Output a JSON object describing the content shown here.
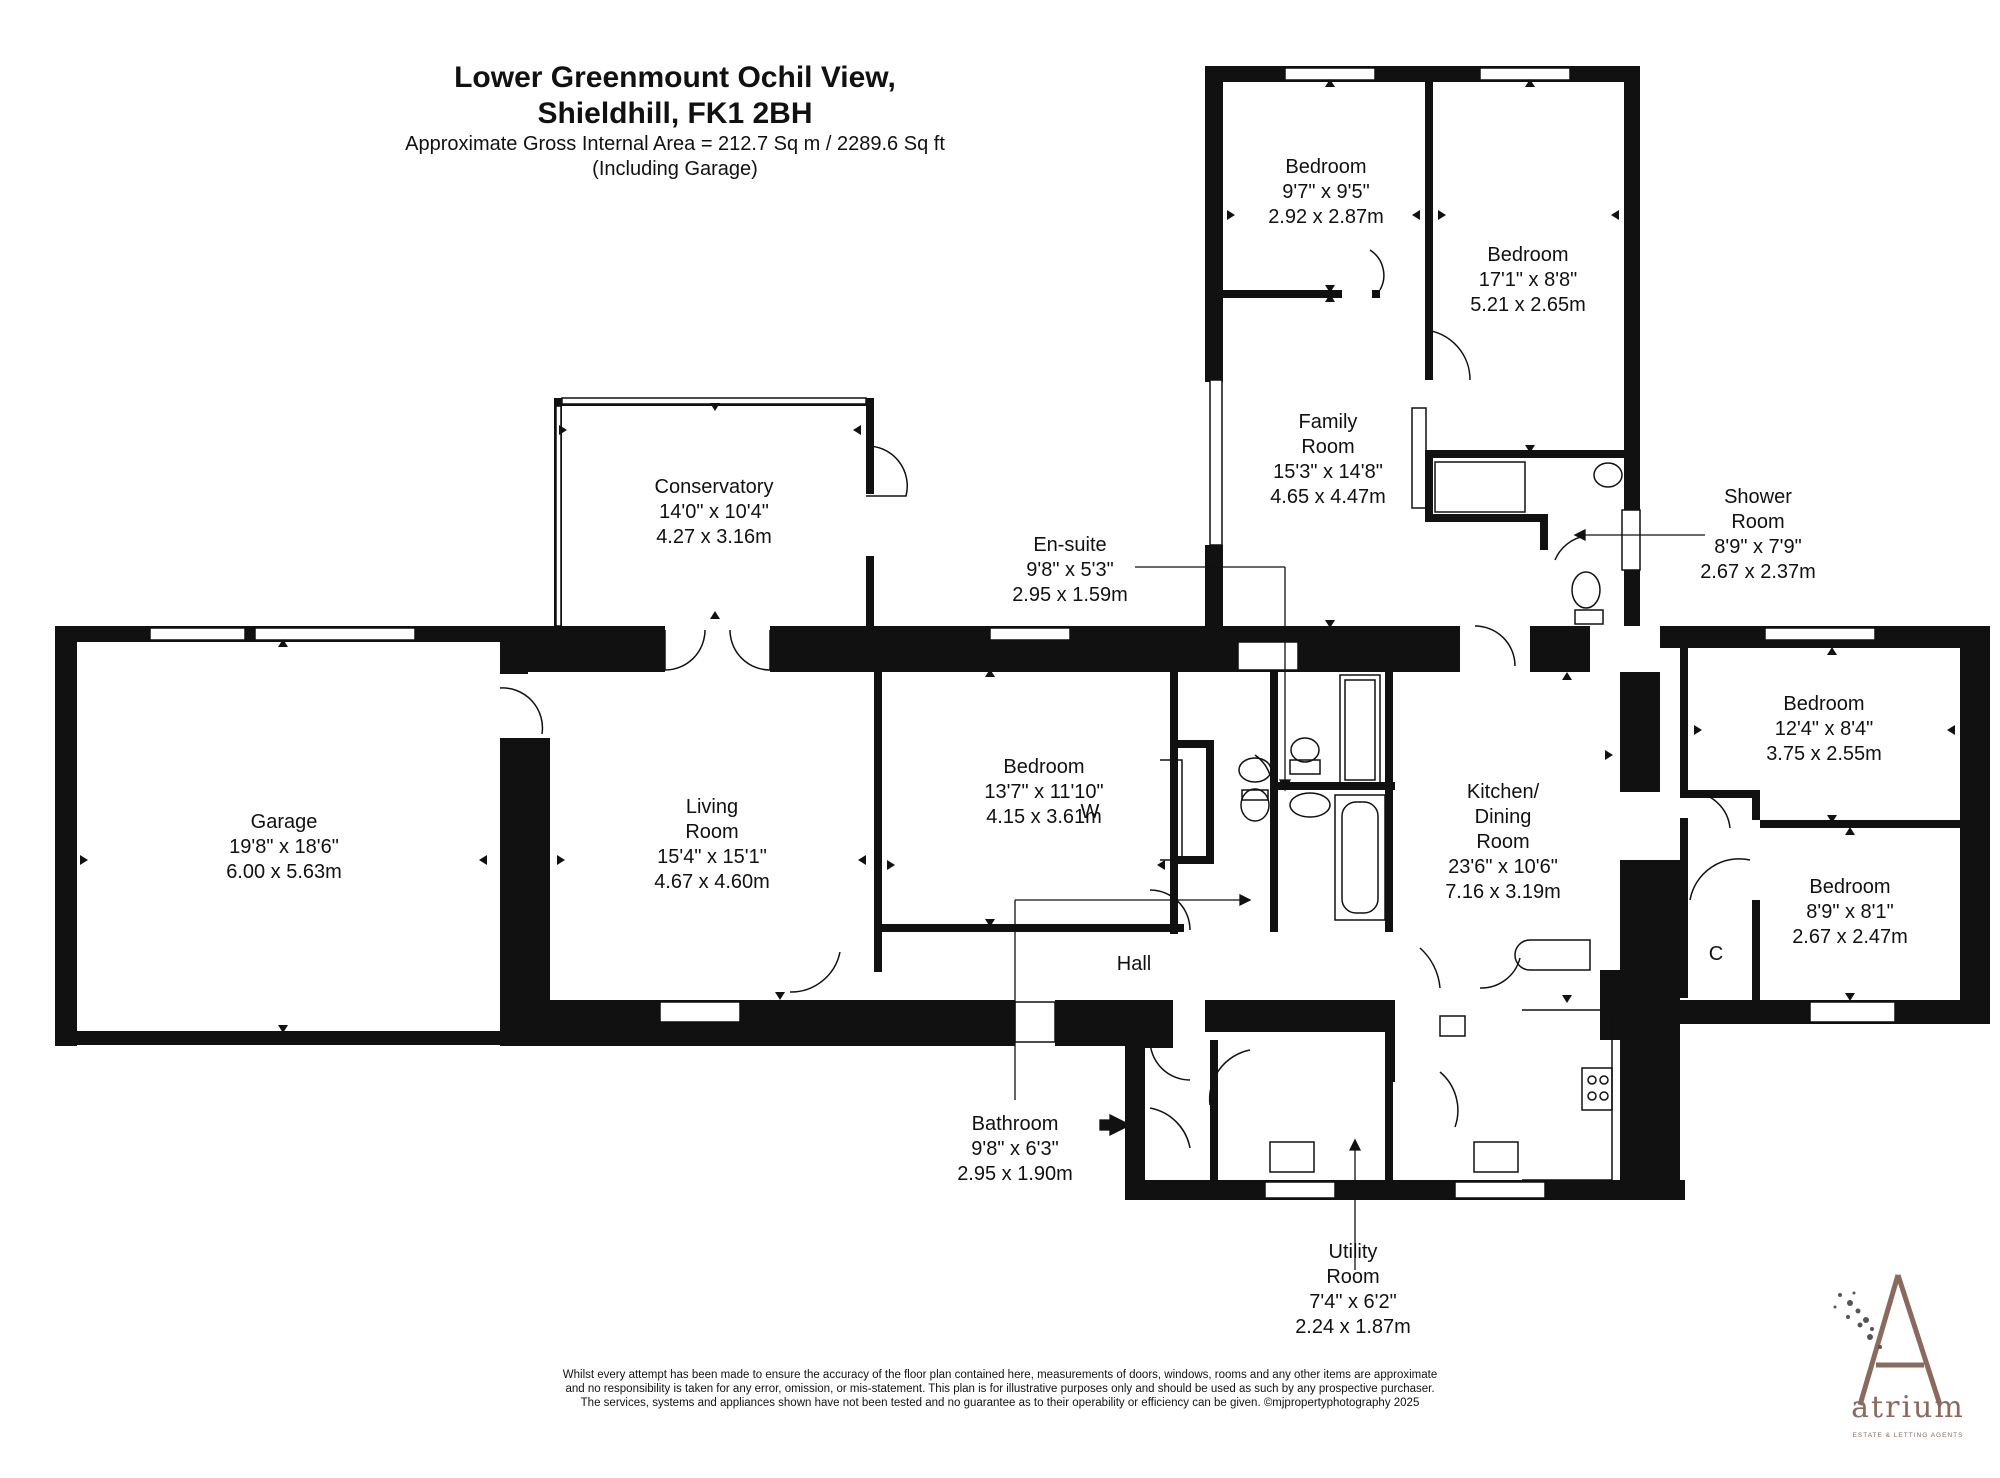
{
  "header": {
    "title_line1": "Lower Greenmount Ochil View,",
    "title_line2": "Shieldhill, FK1 2BH",
    "area_text": "Approximate Gross Internal Area = 212.7 Sq m / 2289.6 Sq ft",
    "area_note": "(Including Garage)"
  },
  "rooms": {
    "garage": {
      "name": "Garage",
      "imperial": "19'8\" x 18'6\"",
      "metric": "6.00 x 5.63m"
    },
    "living": {
      "name1": "Living",
      "name2": "Room",
      "imperial": "15'4\" x 15'1\"",
      "metric": "4.67 x 4.60m"
    },
    "conservatory": {
      "name": "Conservatory",
      "imperial": "14'0\" x 10'4\"",
      "metric": "4.27 x 3.16m"
    },
    "ensuite": {
      "name": "En-suite",
      "imperial": "9'8\" x 5'3\"",
      "metric": "2.95 x 1.59m"
    },
    "bedroom_main": {
      "name": "Bedroom",
      "imperial": "13'7\" x 11'10\"",
      "metric": "4.15 x 3.61m"
    },
    "bedroom_top_left": {
      "name": "Bedroom",
      "imperial": "9'7\" x 9'5\"",
      "metric": "2.92 x 2.87m"
    },
    "bedroom_top_right": {
      "name": "Bedroom",
      "imperial": "17'1\" x 8'8\"",
      "metric": "5.21 x 2.65m"
    },
    "family": {
      "name1": "Family",
      "name2": "Room",
      "imperial": "15'3\" x 14'8\"",
      "metric": "4.65 x 4.47m"
    },
    "shower": {
      "name1": "Shower",
      "name2": "Room",
      "imperial": "8'9\" x 7'9\"",
      "metric": "2.67 x 2.37m"
    },
    "kitchen": {
      "name1": "Kitchen/",
      "name2": "Dining",
      "name3": "Room",
      "imperial": "23'6\" x 10'6\"",
      "metric": "7.16 x 3.19m"
    },
    "bedroom_right_upper": {
      "name": "Bedroom",
      "imperial": "12'4\" x 8'4\"",
      "metric": "3.75 x 2.55m"
    },
    "bedroom_right_lower": {
      "name": "Bedroom",
      "imperial": "8'9\" x 8'1\"",
      "metric": "2.67 x 2.47m"
    },
    "hall": {
      "name": "Hall"
    },
    "bathroom": {
      "name": "Bathroom",
      "imperial": "9'8\" x 6'3\"",
      "metric": "2.95 x 1.90m"
    },
    "utility": {
      "name1": "Utility",
      "name2": "Room",
      "imperial": "7'4\" x 6'2\"",
      "metric": "2.24 x 1.87m"
    },
    "wardrobe": {
      "label": "W"
    },
    "cupboard": {
      "label": "C"
    }
  },
  "disclaimer": {
    "line1": "Whilst every attempt has been made to ensure the accuracy of the floor plan contained here, measurements of doors, windows, rooms and any other items are approximate",
    "line2": "and no responsibility is taken for any error, omission, or mis-statement. This plan is for illustrative purposes only and should be used as such by any prospective purchaser.",
    "line3": "The services, systems and appliances shown have not been tested and no guarantee as to their operability or efficiency can be given. ©mjpropertyphotography 2025"
  },
  "branding": {
    "name": "atrium",
    "tagline": "ESTATE & LETTING AGENTS",
    "accent_color": "#8a6a5e"
  },
  "colors": {
    "wall": "#111111",
    "line": "#111111",
    "background": "#ffffff"
  }
}
